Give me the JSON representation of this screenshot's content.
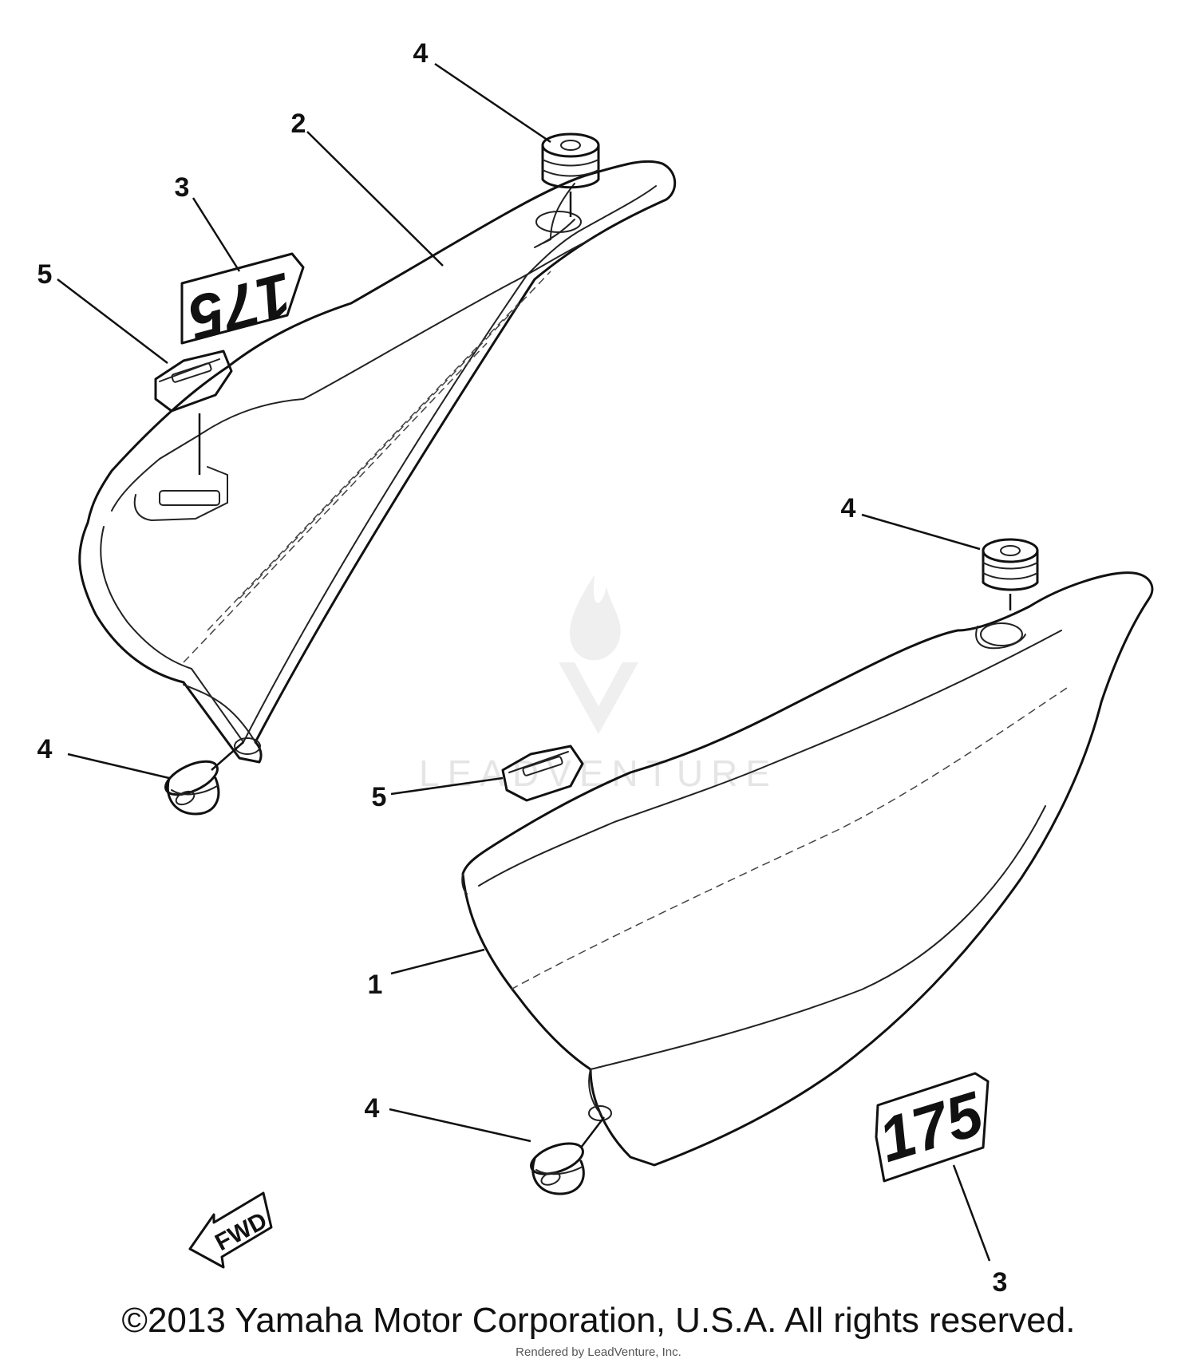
{
  "callouts": {
    "right_cover": "1",
    "left_cover": "2",
    "emblem_left": "3",
    "emblem_right": "3",
    "damper_top_left": "4",
    "damper_bottom_left": "4",
    "damper_top_right": "4",
    "damper_bottom_right": "4",
    "holder_left": "5",
    "holder_right": "5"
  },
  "emblem": {
    "text": "175"
  },
  "direction_arrow": {
    "text": "FWD"
  },
  "watermark": {
    "text": "LEADVENTURE"
  },
  "footer": {
    "copyright": "©2013 Yamaha Motor Corporation, U.S.A. All rights reserved.",
    "rendered_by": "Rendered by LeadVenture, Inc."
  }
}
